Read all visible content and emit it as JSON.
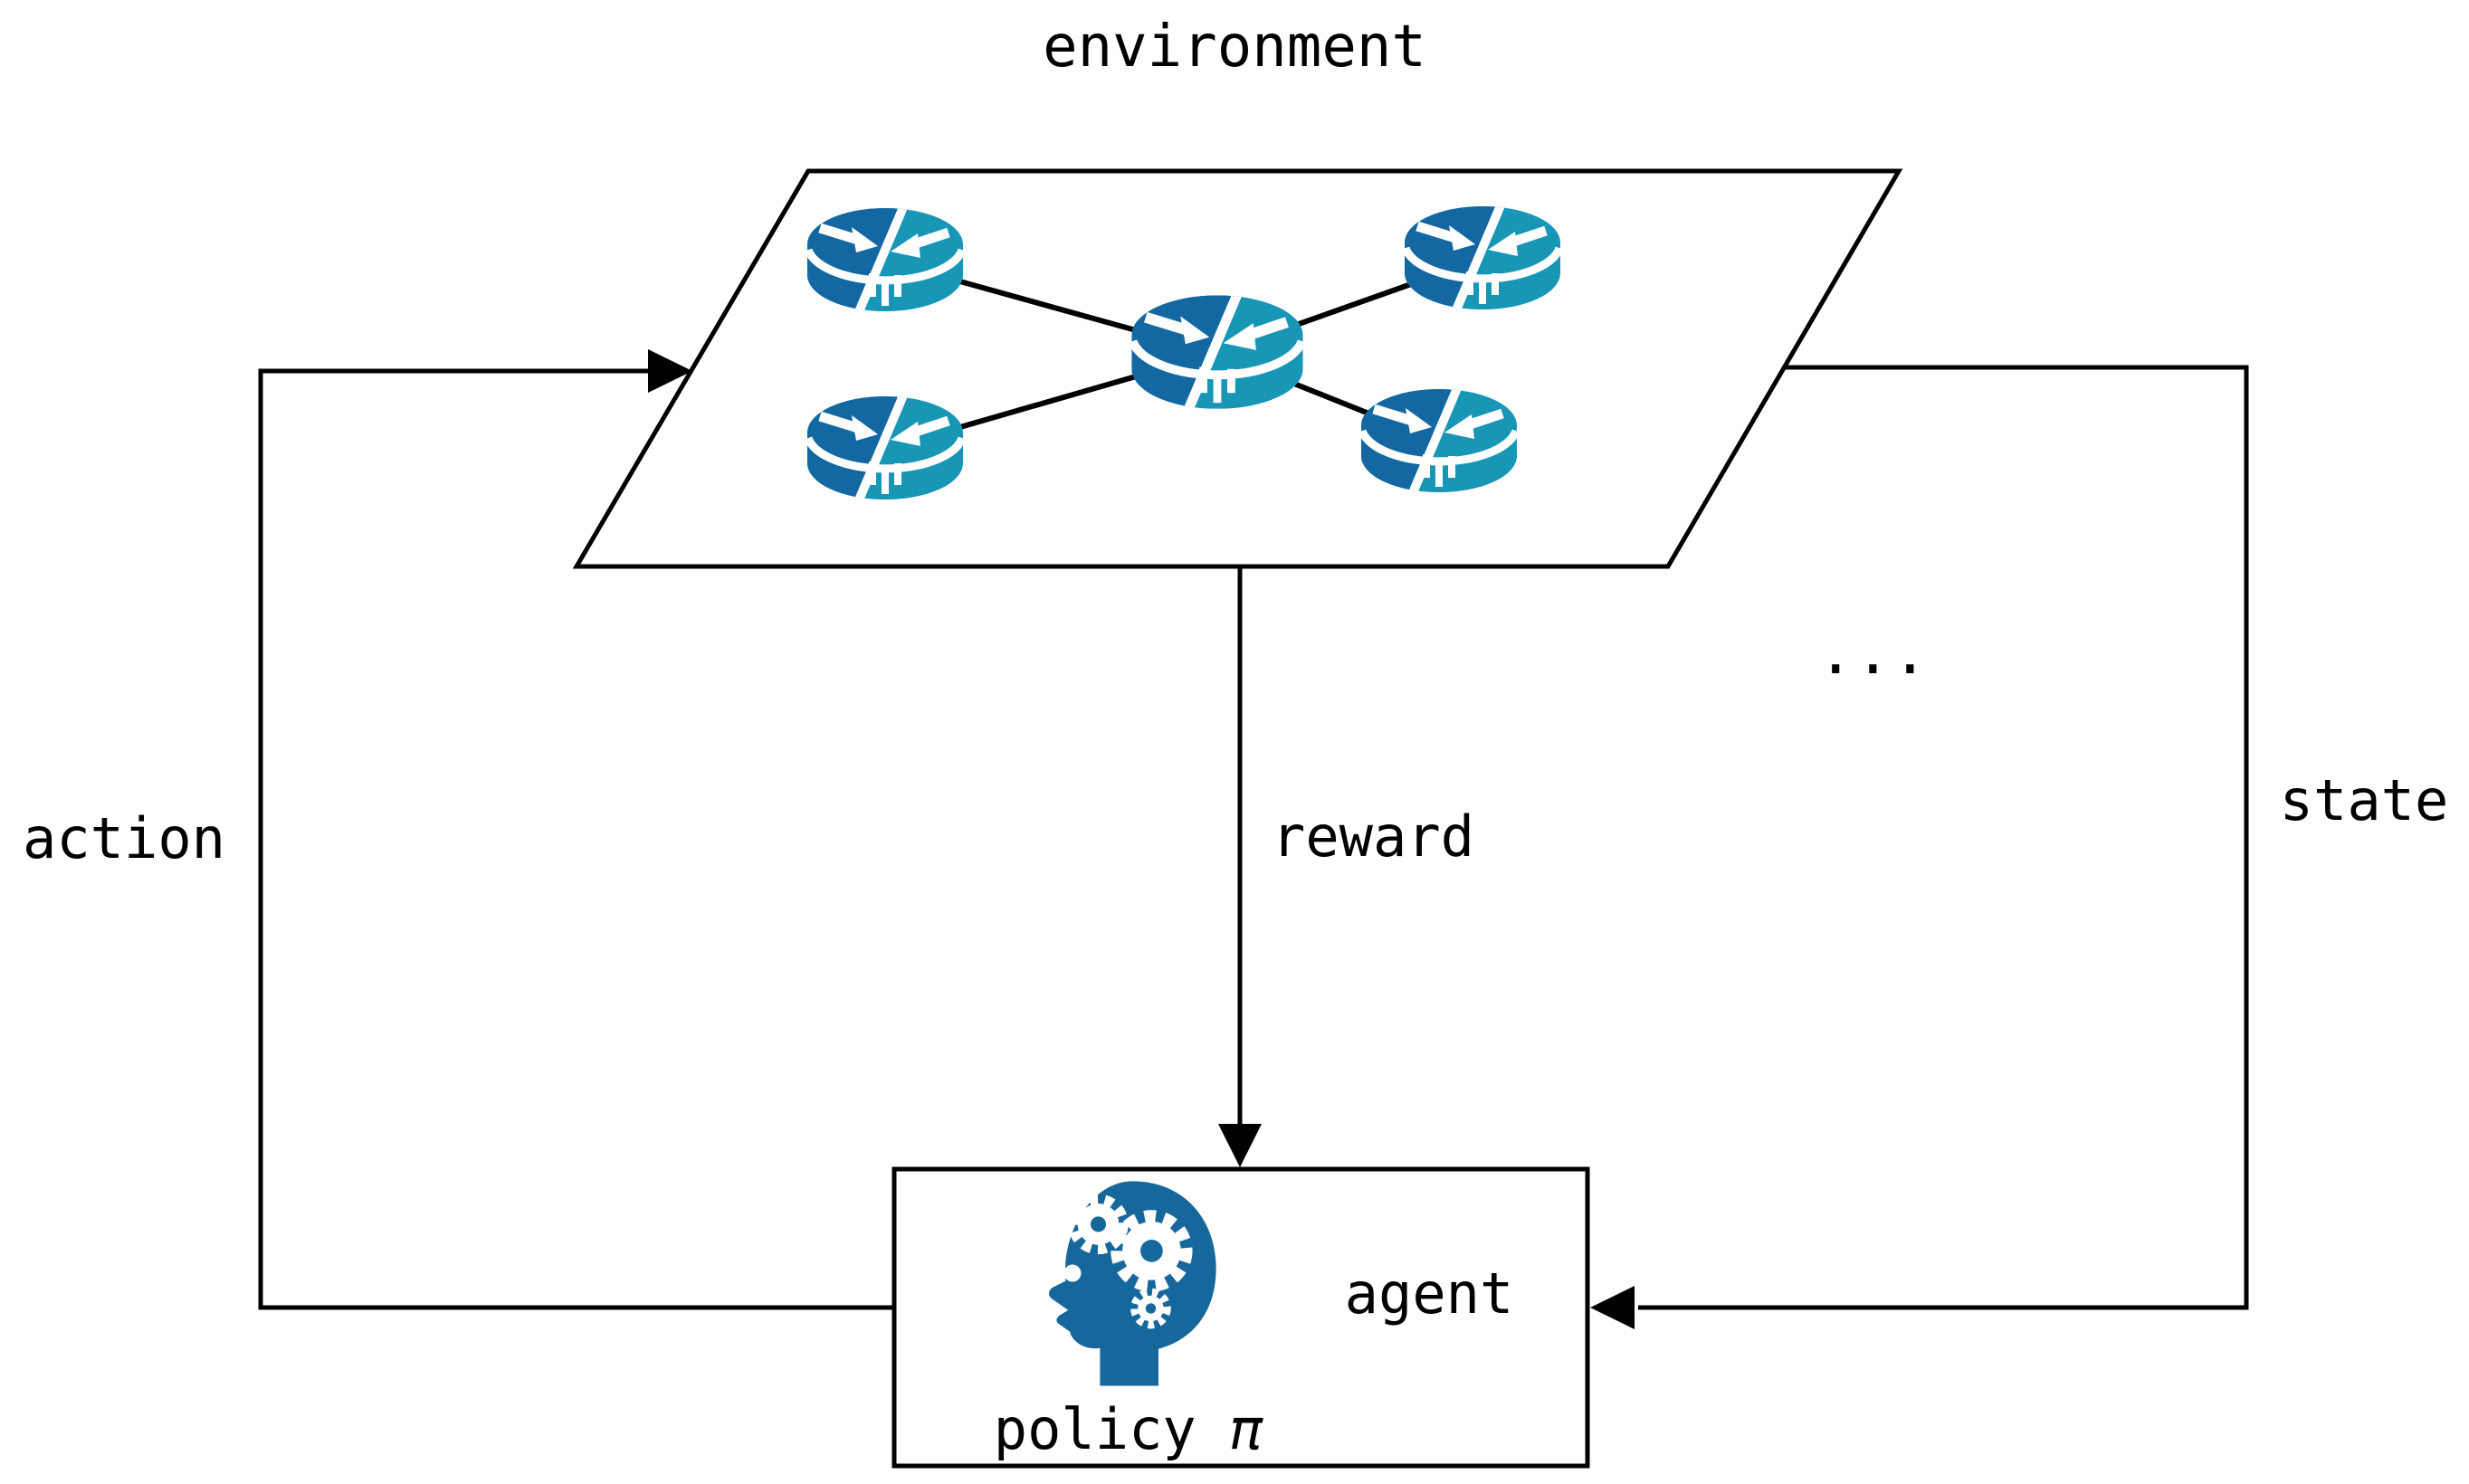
{
  "diagram": {
    "environment_label": "environment",
    "action_label": "action",
    "reward_label": "reward",
    "state_label": "state",
    "ellipsis": "...",
    "agent_box": {
      "agent_label": "agent",
      "policy_label": "policy",
      "policy_symbol": "π"
    },
    "environment_network": {
      "node_type": "router",
      "node_count": 5,
      "topology": "star"
    },
    "icons": {
      "router": "network-router-icon",
      "agent": "head-with-gears-icon"
    },
    "colors": {
      "background": "#FFFFFF",
      "line": "#000000",
      "router_dark_blue": "#1368A1",
      "router_teal": "#1796B5",
      "head_blue": "#16689C",
      "icon_detail_white": "#FFFFFF"
    }
  }
}
